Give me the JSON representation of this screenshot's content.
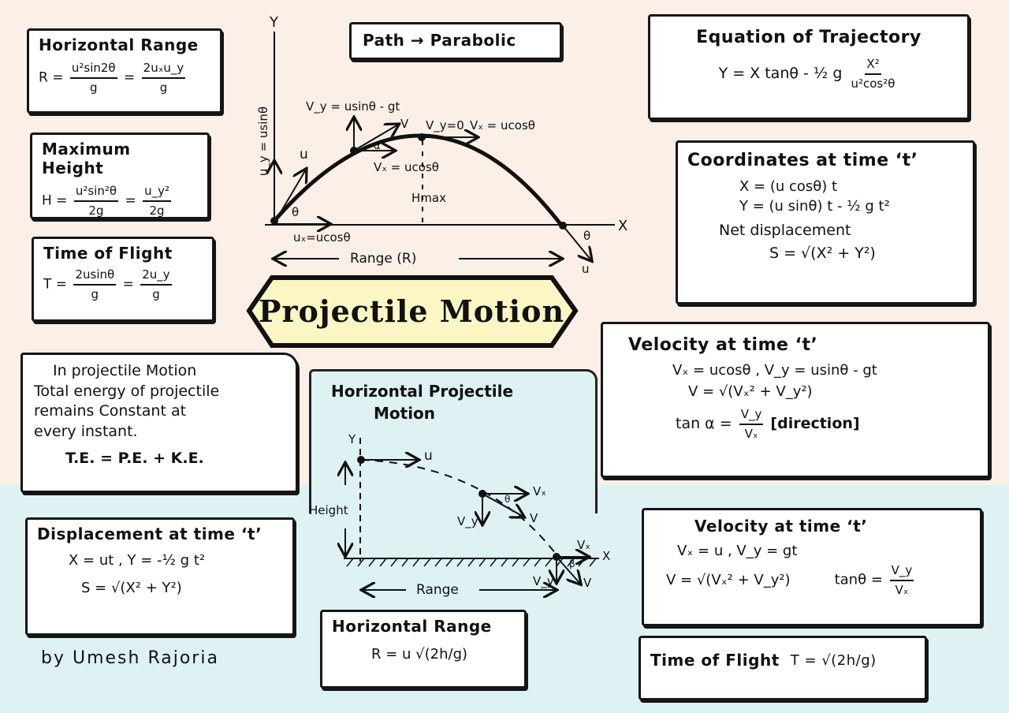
{
  "title": "Projectile Motion",
  "author": "by Umesh Rajoria",
  "colors": {
    "top_background": "#fbefe8",
    "bottom_background": "#def2f4",
    "title_fill": "#fbf6c4",
    "ink": "#111111"
  },
  "path_box": "Path → Parabolic",
  "horizontal_range": {
    "title": "Horizontal Range",
    "lhs": "R =",
    "frac1_num": "u²sin2θ",
    "frac1_den": "g",
    "eq": "=",
    "frac2_num": "2uₓu_y",
    "frac2_den": "g"
  },
  "maximum_height": {
    "title": "Maximum Height",
    "lhs": "H =",
    "frac1_num": "u²sin²θ",
    "frac1_den": "2g",
    "eq": "=",
    "frac2_num": "u_y²",
    "frac2_den": "2g"
  },
  "time_of_flight": {
    "title": "Time of Flight",
    "lhs": "T =",
    "frac1_num": "2usinθ",
    "frac1_den": "g",
    "eq": "=",
    "frac2_num": "2u_y",
    "frac2_den": "g"
  },
  "trajectory_diagram": {
    "y_axis": "Y",
    "x_axis": "X",
    "uy_label": "u_y = usinθ",
    "u_label": "u",
    "theta_label": "θ",
    "ux_label": "uₓ=ucosθ",
    "vy_label": "V_y = usinθ - gt",
    "v_label": "V",
    "alpha_label": "α",
    "vx_mid_label": "Vₓ = ucosθ",
    "top_vy": "V_y=0",
    "top_vx": "Vₓ = ucosθ",
    "hmax_label": "Hmax",
    "range_label": "Range (R)",
    "end_theta": "θ",
    "end_u": "u"
  },
  "equation_of_trajectory": {
    "title": "Equation of Trajectory",
    "lhs": "Y = X tanθ - ½ g",
    "frac_num": "X²",
    "frac_den": "u²cos²θ"
  },
  "coordinates": {
    "title": "Coordinates at time ‘t’",
    "x_eq": "X  = (u cosθ) t",
    "y_eq": "Y  = (u sinθ) t - ½ g t²",
    "net_label": "Net displacement",
    "s_eq": "S = √(X² + Y²)"
  },
  "velocity_projectile": {
    "title": "Velocity at time ‘t’",
    "line1": "Vₓ = ucosθ  ,  V_y = usinθ - gt",
    "line2": "V = √(Vₓ² + V_y²)",
    "tan_lhs": "tan α =",
    "tan_num": "V_y",
    "tan_den": "Vₓ",
    "tan_note": "[direction]"
  },
  "energy_note": {
    "line1": "In projectile Motion",
    "line2": "Total energy of projectile",
    "line3": "remains Constant at",
    "line4": "every instant.",
    "formula": "T.E. = P.E. + K.E."
  },
  "horizontal_projectile": {
    "title_line1": "Horizontal Projectile",
    "title_line2": "Motion",
    "y_label": "Y",
    "u_label": "u",
    "height_label": "Height",
    "vx_label": "Vₓ",
    "vy_label": "V_y",
    "v_label": "V",
    "theta_label": "θ",
    "vx_end": "Vₓ",
    "vy_end": "V_y",
    "v_end": "V",
    "beta_label": "β",
    "x_label": "X",
    "range_label": "Range"
  },
  "displacement": {
    "title": "Displacement at time ‘t’",
    "line1": "X = ut   , Y = -½ g t²",
    "line2": "S = √(X² + Y²)"
  },
  "horizontal_range_h": {
    "title": "Horizontal Range",
    "eq": "R = u √(2h/g)"
  },
  "velocity_horizontal": {
    "title": "Velocity at time ‘t’",
    "line1": "Vₓ = u    ,  V_y = gt",
    "line2": "V = √(Vₓ² + V_y²)",
    "tan_lhs": "tanθ =",
    "tan_num": "V_y",
    "tan_den": "Vₓ"
  },
  "time_of_flight_h": {
    "title": "Time of Flight",
    "eq": "T = √(2h/g)"
  }
}
